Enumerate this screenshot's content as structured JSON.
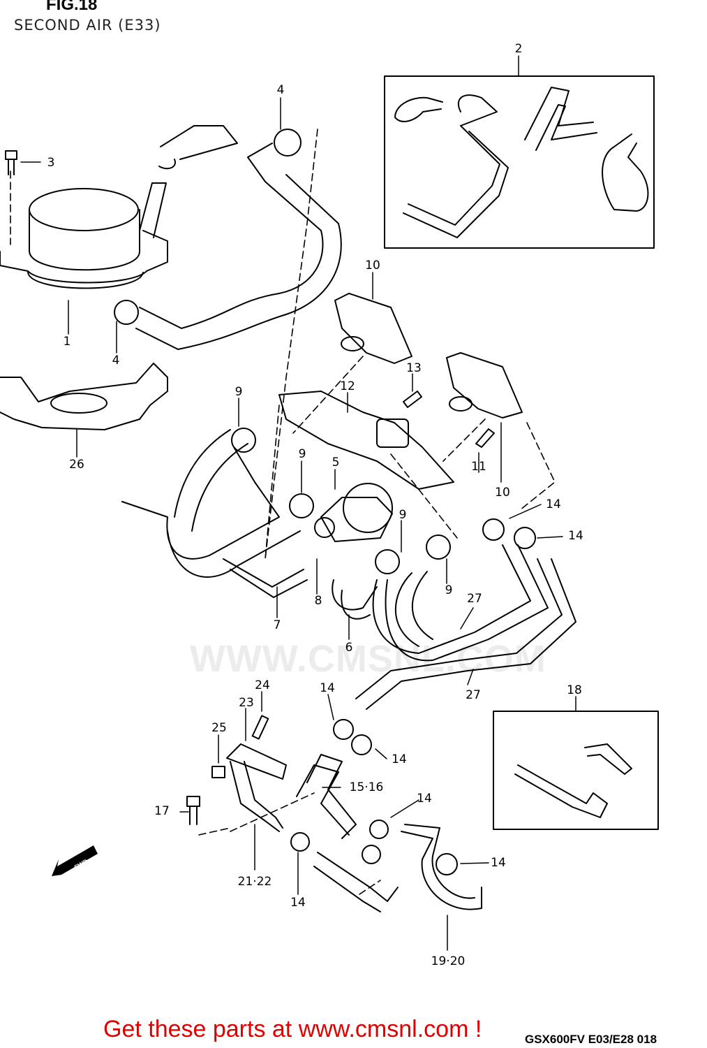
{
  "header": {
    "figure": "FIG.18",
    "title": "SECOND AIR (E33)"
  },
  "callouts": {
    "c1": "1",
    "c2": "2",
    "c3": "3",
    "c4a": "4",
    "c4b": "4",
    "c5": "5",
    "c6": "6",
    "c7": "7",
    "c8": "8",
    "c9a": "9",
    "c9b": "9",
    "c9c": "9",
    "c9d": "9",
    "c10a": "10",
    "c10b": "10",
    "c11": "11",
    "c12": "12",
    "c13": "13",
    "c14a": "14",
    "c14b": "14",
    "c14c": "14",
    "c14d": "14",
    "c14e": "14",
    "c14f": "14",
    "c14g": "14",
    "c15": "15·16",
    "c17": "17",
    "c18": "18",
    "c19": "19·20",
    "c21": "21·22",
    "c23": "23",
    "c24": "24",
    "c25": "25",
    "c26": "26",
    "c27a": "27",
    "c27b": "27"
  },
  "watermark": "WWW.CMSNL.COM",
  "direction_label": "FWD",
  "footer": {
    "cta": "Get these parts at www.cmsnl.com !",
    "model_code": "GSX600FV E03/E28 018"
  },
  "colors": {
    "line": "#000000",
    "cta": "#e00000",
    "watermark": "#ececec"
  }
}
